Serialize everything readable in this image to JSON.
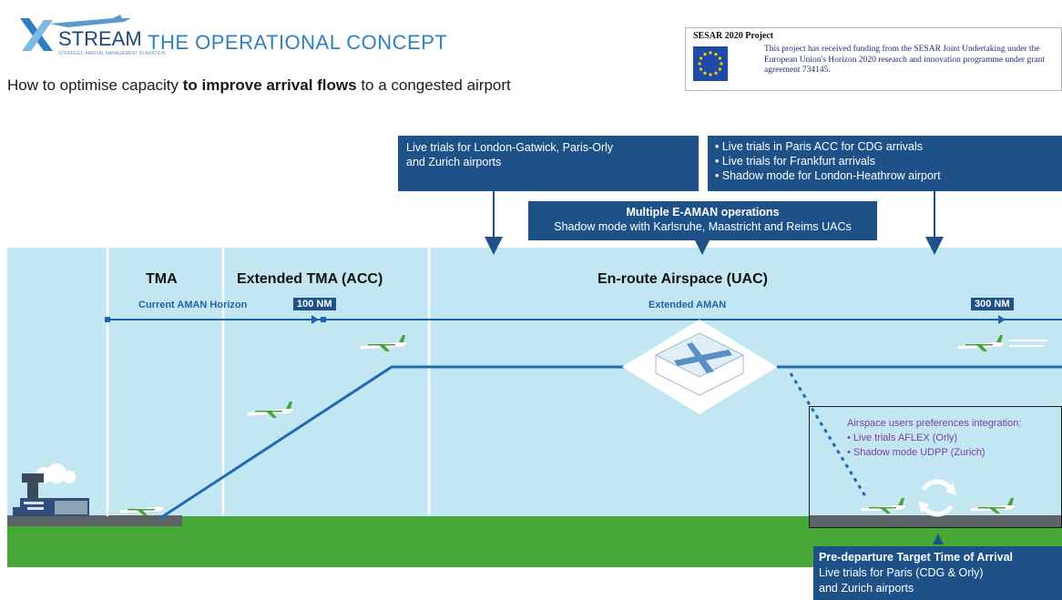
{
  "header": {
    "logo_text": "STREAM",
    "logo_subtext": "STRATEGIC ARRIVAL MANAGEMENT IN AVIATION",
    "title": "THE OPERATIONAL CONCEPT",
    "subtitle_pre": "How to optimise capacity ",
    "subtitle_bold": "to improve arrival flows",
    "subtitle_post": " to a congested airport"
  },
  "funding": {
    "title": "SESAR 2020 Project",
    "text": "This project has received funding from the SESAR Joint Undertaking under the European Union's Horizon 2020 research and innovation programme under grant agreement 734145."
  },
  "callouts": {
    "gatwick": {
      "line1": "Live trials for London-Gatwick, Paris-Orly",
      "line2": "and Zurich airports"
    },
    "cdg": {
      "item1": "• Live trials in Paris ACC for CDG arrivals",
      "item2": "• Live trials for Frankfurt arrivals",
      "item3": "• Shadow mode for London-Heathrow airport"
    },
    "eaman": {
      "title": "Multiple E-AMAN operations",
      "text": "Shadow mode with Karlsruhe, Maastricht and Reims UACs"
    },
    "ptta": {
      "title": "Pre-departure Target Time of Arrival",
      "line1": "Live trials for Paris (CDG & Orly)",
      "line2": "and Zurich airports"
    }
  },
  "zones": {
    "tma": "TMA",
    "extended_tma": "Extended TMA (ACC)",
    "enroute": "En-route Airspace (UAC)"
  },
  "horizons": {
    "current": "Current AMAN Horizon",
    "current_nm": "100 NM",
    "extended": "Extended AMAN",
    "extended_nm": "300 NM"
  },
  "preferences": {
    "title": "Airspace users preferences integration:",
    "item1": "• Live trials AFLEX (Orly)",
    "item2": "• Shadow mode UDPP (Zurich)"
  },
  "colors": {
    "navy": "#1d5187",
    "sky": "#c2e6f2",
    "ground": "#47a838",
    "runway": "#5d6467",
    "purple": "#7a3fa0",
    "accent_blue": "#2f7fc2"
  }
}
